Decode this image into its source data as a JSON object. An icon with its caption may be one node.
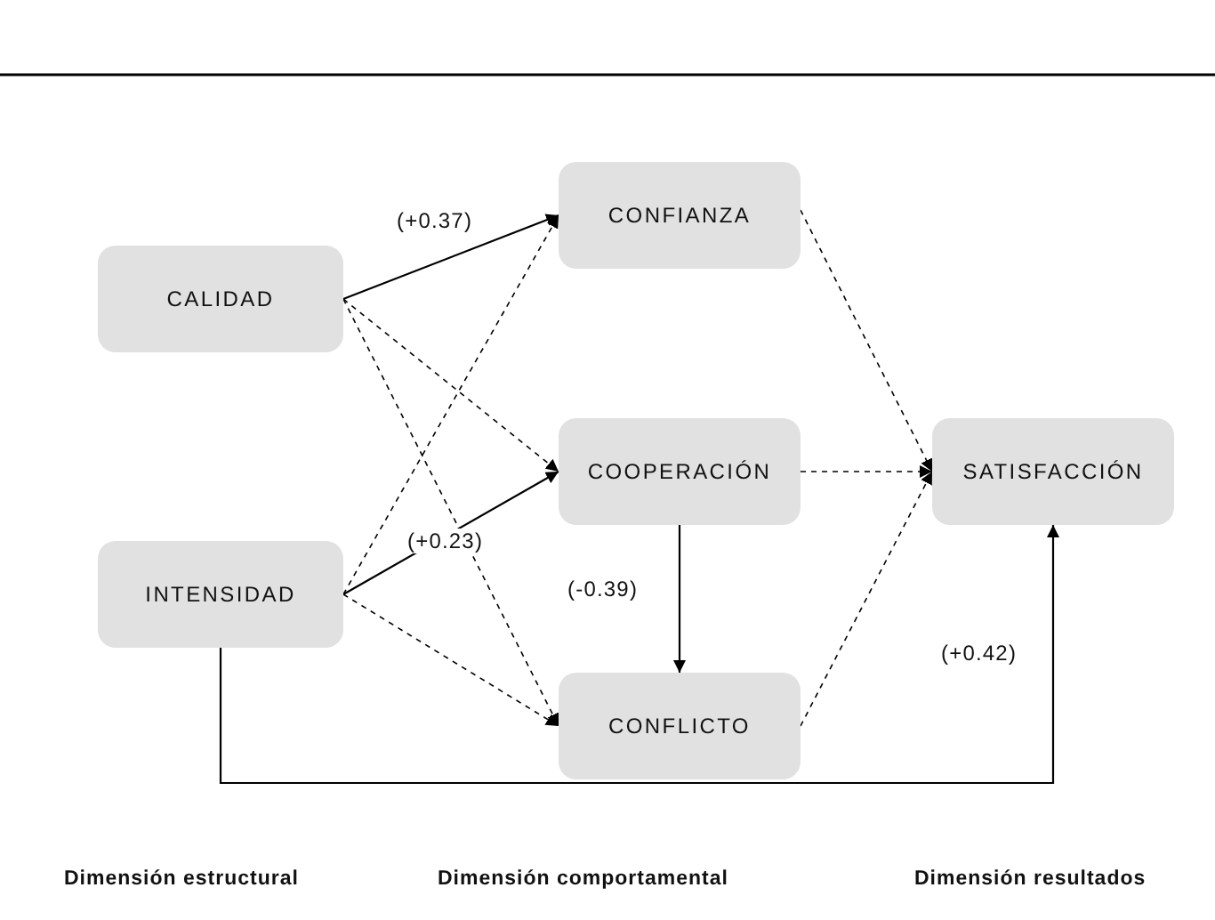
{
  "diagram": {
    "nodes": [
      {
        "text": [
          "CALIDAD"
        ]
      },
      {
        "text": [
          "INTENSIDAD"
        ]
      },
      {
        "text": [
          "CONFIANZA"
        ]
      },
      {
        "text": [
          "COOPERACIÓN"
        ]
      },
      {
        "text": [
          "CONFLICTO"
        ]
      },
      {
        "text": [
          "SATISFACCIÓN"
        ]
      }
    ],
    "edges": [
      {
        "from": 0,
        "to": 2,
        "arrow": "to",
        "label": "(+0.37)"
      },
      {
        "from": 0,
        "to": 3,
        "arrow": "to",
        "style": "dashed"
      },
      {
        "from": 0,
        "to": 4,
        "arrow": "to",
        "style": "dashed"
      },
      {
        "from": 1,
        "to": 2,
        "arrow": "to",
        "style": "dashed"
      },
      {
        "from": 1,
        "to": 3,
        "arrow": "to",
        "label": "(+0.23)"
      },
      {
        "from": 1,
        "to": 4,
        "arrow": "to",
        "style": "dashed"
      },
      {
        "from": 2,
        "to": 5,
        "arrow": "to",
        "style": "dashed"
      },
      {
        "from": 3,
        "to": 5,
        "arrow": "to",
        "style": "dashed"
      },
      {
        "from": 4,
        "to": 5,
        "arrow": "to",
        "style": "dashed"
      },
      {
        "from": 3,
        "to": 4,
        "arrow": "to",
        "label": "(-0.39)"
      },
      {
        "from": 1,
        "to": 5,
        "arrow": "to",
        "label": "(+0.42)"
      }
    ],
    "labels": [
      "Dimensión estructural",
      "Dimensión comportamental",
      "Dimensión resultados"
    ]
  }
}
